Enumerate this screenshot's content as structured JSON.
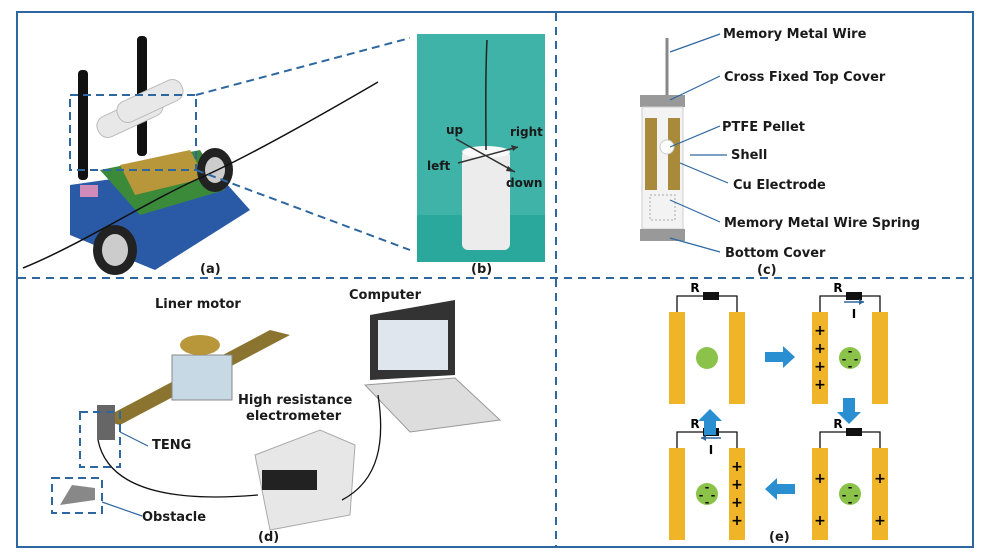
{
  "panels": {
    "a": {
      "caption": "(a)"
    },
    "b": {
      "caption": "(b)",
      "directions": {
        "up": "up",
        "down": "down",
        "left": "left",
        "right": "right"
      }
    },
    "c": {
      "caption": "(c)",
      "labels": [
        "Memory Metal Wire",
        "Cross Fixed Top Cover",
        "PTFE Pellet",
        "Shell",
        "Cu Electrode",
        "Memory Metal Wire Spring",
        "Bottom Cover"
      ]
    },
    "d": {
      "caption": "(d)",
      "labels": {
        "motor": "Liner motor",
        "computer": "Computer",
        "electrometer_1": "High resistance",
        "electrometer_2": "electrometer",
        "teng": "TENG",
        "obstacle": "Obstacle"
      }
    },
    "e": {
      "caption": "(e)",
      "resistor": "R",
      "current": "I",
      "plus": "+",
      "minus": "-"
    }
  },
  "colors": {
    "frame": "#2e67a0",
    "electrode": "#f0b429",
    "pellet": "#8bc34a",
    "arrow": "#2a8fd0"
  }
}
